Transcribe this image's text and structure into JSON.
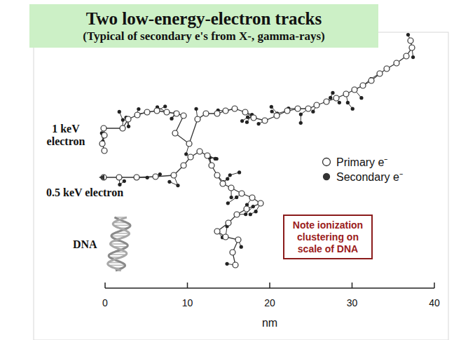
{
  "diagram": {
    "nodes": [
      {
        "text": [
          "Two low-energy-electron tracks",
          "(Typical of secondary e's from X-, gamma-rays)"
        ]
      },
      {
        "text": [
          "Note ionization clustering on scale of DNA"
        ]
      }
    ],
    "labels": [
      "1 keV electron",
      "0.5 keV electron",
      "DNA",
      "0",
      "10",
      "20",
      "30",
      "40",
      "nm"
    ],
    "legend": [
      {
        "text": "Primary e⁻"
      },
      {
        "text": "Secondary e⁻"
      }
    ]
  }
}
